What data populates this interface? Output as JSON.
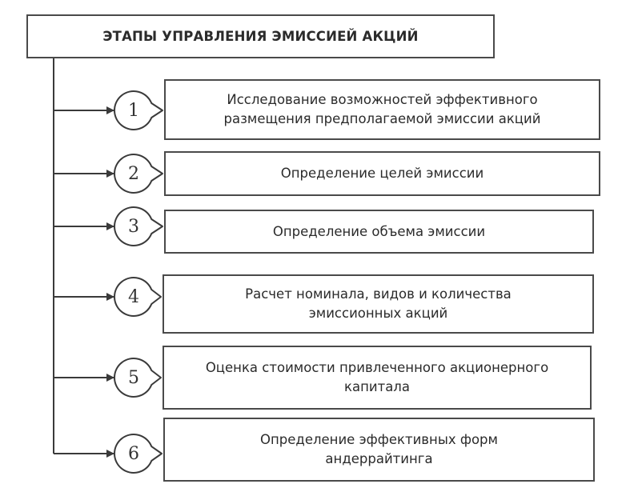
{
  "title": "ЭТАПЫ УПРАВЛЕНИЯ ЭМИССИЕЙ АКЦИЙ",
  "steps": [
    {
      "number": "1",
      "text": "Исследование возможностей эффективного\nразмещения предполагаемой эмиссии акций"
    },
    {
      "number": "2",
      "text": "Определение целей эмиссии"
    },
    {
      "number": "3",
      "text": "Определение объема эмиссии"
    },
    {
      "number": "4",
      "text": "Расчет номинала, видов и количества\nэмиссионных  акций"
    },
    {
      "number": "5",
      "text": "Оценка стоимости привлеченного акционерного\nкапитала"
    },
    {
      "number": "6",
      "text": "Определение эффективных форм\nандеррайтинга"
    }
  ]
}
